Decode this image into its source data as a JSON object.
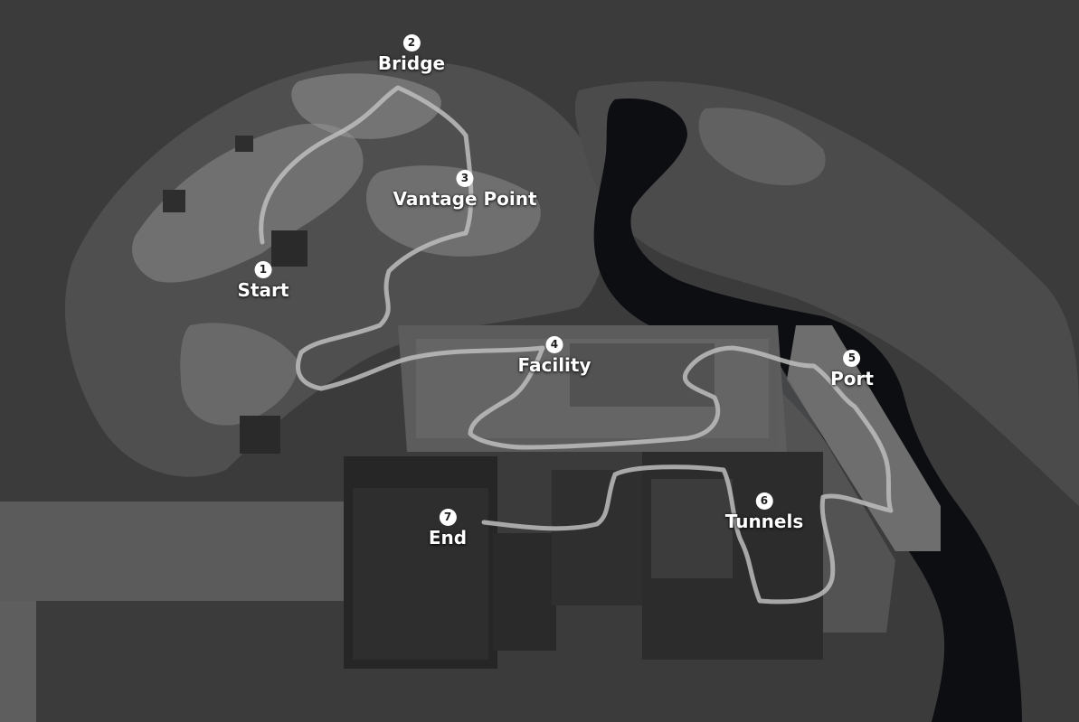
{
  "map": {
    "colors": {
      "background": "#3b3b3b",
      "terrain": "#555555",
      "snow": "#cfcfcf",
      "water": "#0c0e12",
      "building": "#262626",
      "route": "#bdbdbd",
      "badge": "#ffffff",
      "label": "#ffffff"
    },
    "waypoints": [
      {
        "number": "1",
        "label": "Start"
      },
      {
        "number": "2",
        "label": "Bridge"
      },
      {
        "number": "3",
        "label": "Vantage Point"
      },
      {
        "number": "4",
        "label": "Facility"
      },
      {
        "number": "5",
        "label": "Port"
      },
      {
        "number": "6",
        "label": "Tunnels"
      },
      {
        "number": "7",
        "label": "End"
      }
    ]
  }
}
